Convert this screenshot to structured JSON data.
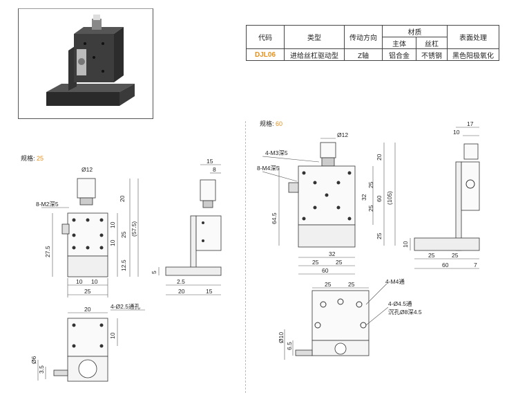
{
  "table": {
    "headers": {
      "code": "代码",
      "type": "类型",
      "drive": "传动方向",
      "material": "材质",
      "material_main": "主体",
      "material_screw": "丝杠",
      "surface": "表面处理"
    },
    "row": {
      "code": "DJL06",
      "type": "进给丝杠驱动型",
      "drive": "Z轴",
      "main": "铝合金",
      "screw": "不锈钢",
      "surface": "黑色阳极氧化"
    }
  },
  "spec25": {
    "label": "规格:",
    "value": "25"
  },
  "spec60": {
    "label": "规格:",
    "value": "60"
  },
  "dims25": {
    "d12": "Ø12",
    "m2": "8-M2深5",
    "d20": "20",
    "d10a": "10",
    "d25r": "25",
    "d10b": "10",
    "d575": "(57.5)",
    "d125": "12.5",
    "d275": "27.5",
    "b10a": "10",
    "b10b": "10",
    "b25": "25",
    "s15": "15",
    "s8": "8",
    "s5": "5",
    "s25": "2.5",
    "s20": "20",
    "s15b": "15",
    "t20": "20",
    "t_hole": "4-Ø2.5通孔",
    "t10": "10",
    "t_d6": "Ø6",
    "t35": "3.5"
  },
  "dims60": {
    "d12": "Ø12",
    "m3": "4-M3深5",
    "m4": "8-M4深5",
    "d20": "20",
    "d25a": "25",
    "d32": "32",
    "d60": "60",
    "d25b": "25",
    "d105": "(105)",
    "d645": "64.5",
    "d25c": "25",
    "b32": "32",
    "b25a": "25",
    "b25b": "25",
    "b60": "60",
    "s17": "17",
    "s10": "10",
    "s10b": "10",
    "s25a": "25",
    "s25b": "25",
    "s60": "60",
    "s7": "7",
    "t25a": "25",
    "t25b": "25",
    "t_m4": "4-M4通",
    "t_hole": "4-Ø4.5通",
    "t_cb": "沉孔Ø8深4.5",
    "t_d10": "Ø10",
    "t65": "6.5"
  }
}
